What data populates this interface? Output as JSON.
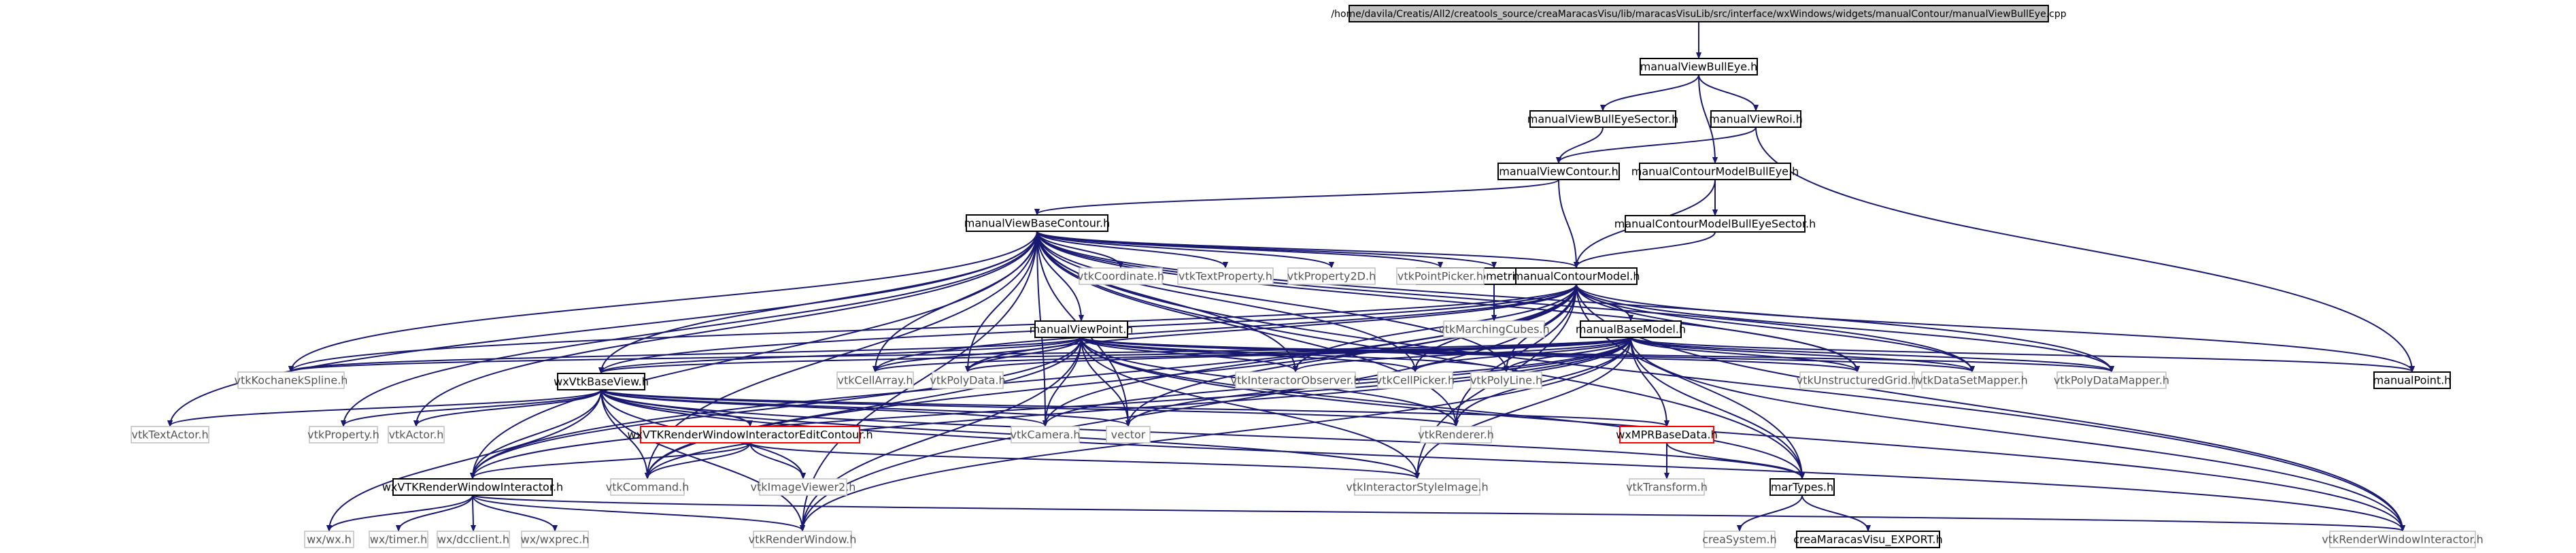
{
  "colors": {
    "edge": "#191970",
    "node_border": "#000000",
    "external_border": "#bfbfbf",
    "missing_border": "#ff0000",
    "root_fill": "#bfbfbf"
  },
  "nodes": [
    {
      "id": "root",
      "label": "/home/davila/Creatis/All2/creatools_source/creaMaracasVisu/lib/maracasVisuLib/src/interface/wxWindows/widgets/manualContour/manualViewBullEye.cpp",
      "kind": "root"
    },
    {
      "id": "manualViewBullEye",
      "label": "manualViewBullEye.h",
      "kind": "normal"
    },
    {
      "id": "manualViewBullEyeSector",
      "label": "manualViewBullEyeSector.h",
      "kind": "normal"
    },
    {
      "id": "manualViewRoi",
      "label": "manualViewRoi.h",
      "kind": "normal"
    },
    {
      "id": "manualViewContour",
      "label": "manualViewContour.h",
      "kind": "normal"
    },
    {
      "id": "manualContourModelBullEye",
      "label": "manualContourModelBullEye.h",
      "kind": "normal"
    },
    {
      "id": "manualViewBaseContour",
      "label": "manualViewBaseContour.h",
      "kind": "normal"
    },
    {
      "id": "manualContourModelBullEyeSector",
      "label": "manualContourModelBullEyeSector.h",
      "kind": "normal"
    },
    {
      "id": "UtilVtk3DGeometriSelection",
      "label": "UtilVtk3DGeometriSelection.h",
      "kind": "normal"
    },
    {
      "id": "vtkCoordinate",
      "label": "vtkCoordinate.h",
      "kind": "ext"
    },
    {
      "id": "vtkTextProperty",
      "label": "vtkTextProperty.h",
      "kind": "ext"
    },
    {
      "id": "vtkProperty2D",
      "label": "vtkProperty2D.h",
      "kind": "ext"
    },
    {
      "id": "vtkPointPicker",
      "label": "vtkPointPicker.h",
      "kind": "ext"
    },
    {
      "id": "manualContourModel",
      "label": "manualContourModel.h",
      "kind": "normal"
    },
    {
      "id": "vtkMarchingCubes",
      "label": "vtkMarchingCubes.h",
      "kind": "ext"
    },
    {
      "id": "manualViewPoint",
      "label": "manualViewPoint.h",
      "kind": "normal"
    },
    {
      "id": "manualBaseModel",
      "label": "manualBaseModel.h",
      "kind": "normal"
    },
    {
      "id": "vtkKochanekSpline",
      "label": "vtkKochanekSpline.h",
      "kind": "ext"
    },
    {
      "id": "wxVtkBaseView",
      "label": "wxVtkBaseView.h",
      "kind": "normal"
    },
    {
      "id": "vtkCellArray",
      "label": "vtkCellArray.h",
      "kind": "ext"
    },
    {
      "id": "vtkPolyData",
      "label": "vtkPolyData.h",
      "kind": "ext"
    },
    {
      "id": "vtkInteractorObserver",
      "label": "vtkInteractorObserver.h",
      "kind": "ext"
    },
    {
      "id": "vtkCellPicker",
      "label": "vtkCellPicker.h",
      "kind": "ext"
    },
    {
      "id": "vtkPolyLine",
      "label": "vtkPolyLine.h",
      "kind": "ext"
    },
    {
      "id": "vtkUnstructuredGrid",
      "label": "vtkUnstructuredGrid.h",
      "kind": "ext"
    },
    {
      "id": "vtkDataSetMapper",
      "label": "vtkDataSetMapper.h",
      "kind": "ext"
    },
    {
      "id": "vtkPolyDataMapper",
      "label": "vtkPolyDataMapper.h",
      "kind": "ext"
    },
    {
      "id": "manualPoint",
      "label": "manualPoint.h",
      "kind": "normal"
    },
    {
      "id": "vtkTextActor",
      "label": "vtkTextActor.h",
      "kind": "ext"
    },
    {
      "id": "vtkProperty",
      "label": "vtkProperty.h",
      "kind": "ext"
    },
    {
      "id": "vtkActor",
      "label": "vtkActor.h",
      "kind": "ext"
    },
    {
      "id": "wxVTKRenderWindowInteractorEditContour",
      "label": "wxVTKRenderWindowInteractorEditContour.h",
      "kind": "red"
    },
    {
      "id": "vtkCamera",
      "label": "vtkCamera.h",
      "kind": "ext"
    },
    {
      "id": "vector",
      "label": "vector",
      "kind": "ext"
    },
    {
      "id": "vtkRenderer",
      "label": "vtkRenderer.h",
      "kind": "ext"
    },
    {
      "id": "wxMPRBaseData",
      "label": "wxMPRBaseData.h",
      "kind": "red"
    },
    {
      "id": "wxVTKRenderWindowInteractor",
      "label": "wxVTKRenderWindowInteractor.h",
      "kind": "normal"
    },
    {
      "id": "vtkCommand",
      "label": "vtkCommand.h",
      "kind": "ext"
    },
    {
      "id": "vtkImageViewer2",
      "label": "vtkImageViewer2.h",
      "kind": "ext"
    },
    {
      "id": "vtkInteractorStyleImage",
      "label": "vtkInteractorStyleImage.h",
      "kind": "ext"
    },
    {
      "id": "vtkTransform",
      "label": "vtkTransform.h",
      "kind": "ext"
    },
    {
      "id": "marTypes",
      "label": "marTypes.h",
      "kind": "normal"
    },
    {
      "id": "wx_wx",
      "label": "wx/wx.h",
      "kind": "ext"
    },
    {
      "id": "wx_timer",
      "label": "wx/timer.h",
      "kind": "ext"
    },
    {
      "id": "wx_dcclient",
      "label": "wx/dcclient.h",
      "kind": "ext"
    },
    {
      "id": "wx_wxprec",
      "label": "wx/wxprec.h",
      "kind": "ext"
    },
    {
      "id": "vtkRenderWindow",
      "label": "vtkRenderWindow.h",
      "kind": "ext"
    },
    {
      "id": "creaSystem",
      "label": "creaSystem.h",
      "kind": "ext"
    },
    {
      "id": "creaMaracasVisu_EXPORT",
      "label": "creaMaracasVisu_EXPORT.h",
      "kind": "normal"
    },
    {
      "id": "vtkRenderWindowInteractor",
      "label": "vtkRenderWindowInteractor.h",
      "kind": "ext"
    }
  ],
  "edges": [
    [
      "root",
      "manualViewBullEye"
    ],
    [
      "manualViewBullEye",
      "manualViewBullEyeSector"
    ],
    [
      "manualViewBullEye",
      "manualViewRoi"
    ],
    [
      "manualViewBullEye",
      "manualContourModelBullEye"
    ],
    [
      "manualViewBullEyeSector",
      "manualViewContour"
    ],
    [
      "manualViewRoi",
      "manualViewContour"
    ],
    [
      "manualViewRoi",
      "manualPoint"
    ],
    [
      "manualViewContour",
      "manualViewBaseContour"
    ],
    [
      "manualViewContour",
      "manualContourModel"
    ],
    [
      "manualContourModelBullEye",
      "manualContourModelBullEyeSector"
    ],
    [
      "manualContourModelBullEye",
      "manualContourModel"
    ],
    [
      "manualContourModelBullEyeSector",
      "manualContourModel"
    ],
    [
      "manualViewBaseContour",
      "UtilVtk3DGeometriSelection"
    ],
    [
      "manualViewBaseContour",
      "vtkCoordinate"
    ],
    [
      "manualViewBaseContour",
      "vtkTextProperty"
    ],
    [
      "manualViewBaseContour",
      "vtkProperty2D"
    ],
    [
      "manualViewBaseContour",
      "vtkPointPicker"
    ],
    [
      "manualViewBaseContour",
      "manualContourModel"
    ],
    [
      "manualViewBaseContour",
      "manualViewPoint"
    ],
    [
      "manualViewBaseContour",
      "vtkKochanekSpline"
    ],
    [
      "manualViewBaseContour",
      "wxVtkBaseView"
    ],
    [
      "manualViewBaseContour",
      "vtkCellArray"
    ],
    [
      "manualViewBaseContour",
      "vtkPolyData"
    ],
    [
      "manualViewBaseContour",
      "vtkInteractorObserver"
    ],
    [
      "manualViewBaseContour",
      "vtkCellPicker"
    ],
    [
      "manualViewBaseContour",
      "vtkPolyLine"
    ],
    [
      "manualViewBaseContour",
      "vtkUnstructuredGrid"
    ],
    [
      "manualViewBaseContour",
      "vtkDataSetMapper"
    ],
    [
      "manualViewBaseContour",
      "vtkPolyDataMapper"
    ],
    [
      "manualViewBaseContour",
      "vtkTextActor"
    ],
    [
      "manualViewBaseContour",
      "vtkProperty"
    ],
    [
      "manualViewBaseContour",
      "vtkActor"
    ],
    [
      "manualViewBaseContour",
      "vtkCamera"
    ],
    [
      "manualViewBaseContour",
      "vector"
    ],
    [
      "manualViewBaseContour",
      "vtkRenderer"
    ],
    [
      "manualViewBaseContour",
      "marTypes"
    ],
    [
      "manualViewBaseContour",
      "wxVTKRenderWindowInteractor"
    ],
    [
      "manualViewBaseContour",
      "vtkCommand"
    ],
    [
      "manualViewBaseContour",
      "vtkRenderWindow"
    ],
    [
      "manualViewBaseContour",
      "vtkRenderWindowInteractor"
    ],
    [
      "UtilVtk3DGeometriSelection",
      "vtkMarchingCubes"
    ],
    [
      "manualContourModel",
      "manualBaseModel"
    ],
    [
      "manualContourModel",
      "vtkKochanekSpline"
    ],
    [
      "manualContourModel",
      "wxVtkBaseView"
    ],
    [
      "manualContourModel",
      "vtkCellArray"
    ],
    [
      "manualContourModel",
      "vtkPolyData"
    ],
    [
      "manualContourModel",
      "vtkInteractorObserver"
    ],
    [
      "manualContourModel",
      "vtkCellPicker"
    ],
    [
      "manualContourModel",
      "vtkPolyLine"
    ],
    [
      "manualContourModel",
      "vtkUnstructuredGrid"
    ],
    [
      "manualContourModel",
      "vtkDataSetMapper"
    ],
    [
      "manualContourModel",
      "vtkPolyDataMapper"
    ],
    [
      "manualContourModel",
      "manualPoint"
    ],
    [
      "manualContourModel",
      "vtkCamera"
    ],
    [
      "manualContourModel",
      "vector"
    ],
    [
      "manualContourModel",
      "vtkRenderer"
    ],
    [
      "manualContourModel",
      "marTypes"
    ],
    [
      "manualContourModel",
      "wxVTKRenderWindowInteractor"
    ],
    [
      "manualContourModel",
      "vtkCommand"
    ],
    [
      "manualContourModel",
      "vtkInteractorStyleImage"
    ],
    [
      "manualContourModel",
      "vtkRenderWindow"
    ],
    [
      "manualContourModel",
      "vtkRenderWindowInteractor"
    ],
    [
      "manualViewPoint",
      "wxVtkBaseView"
    ],
    [
      "manualViewPoint",
      "vtkKochanekSpline"
    ],
    [
      "manualViewPoint",
      "vtkCellArray"
    ],
    [
      "manualViewPoint",
      "vtkPolyData"
    ],
    [
      "manualViewPoint",
      "vtkInteractorObserver"
    ],
    [
      "manualViewPoint",
      "vtkCellPicker"
    ],
    [
      "manualViewPoint",
      "vtkPolyLine"
    ],
    [
      "manualViewPoint",
      "vtkUnstructuredGrid"
    ],
    [
      "manualViewPoint",
      "vtkDataSetMapper"
    ],
    [
      "manualViewPoint",
      "vtkPolyDataMapper"
    ],
    [
      "manualViewPoint",
      "vtkCamera"
    ],
    [
      "manualViewPoint",
      "vector"
    ],
    [
      "manualViewPoint",
      "vtkRenderer"
    ],
    [
      "manualViewPoint",
      "marTypes"
    ],
    [
      "manualViewPoint",
      "wxVTKRenderWindowInteractor"
    ],
    [
      "manualViewPoint",
      "vtkCommand"
    ],
    [
      "manualViewPoint",
      "vtkInteractorStyleImage"
    ],
    [
      "manualViewPoint",
      "vtkRenderWindow"
    ],
    [
      "manualViewPoint",
      "vtkRenderWindowInteractor"
    ],
    [
      "manualBaseModel",
      "manualPoint"
    ],
    [
      "manualBaseModel",
      "wxVtkBaseView"
    ],
    [
      "manualBaseModel",
      "vtkKochanekSpline"
    ],
    [
      "manualBaseModel",
      "vtkCellArray"
    ],
    [
      "manualBaseModel",
      "vtkPolyData"
    ],
    [
      "manualBaseModel",
      "vtkInteractorObserver"
    ],
    [
      "manualBaseModel",
      "vtkCellPicker"
    ],
    [
      "manualBaseModel",
      "vtkPolyLine"
    ],
    [
      "manualBaseModel",
      "vtkUnstructuredGrid"
    ],
    [
      "manualBaseModel",
      "vtkDataSetMapper"
    ],
    [
      "manualBaseModel",
      "vtkPolyDataMapper"
    ],
    [
      "manualBaseModel",
      "vtkCamera"
    ],
    [
      "manualBaseModel",
      "vector"
    ],
    [
      "manualBaseModel",
      "vtkRenderer"
    ],
    [
      "manualBaseModel",
      "wxMPRBaseData"
    ],
    [
      "manualBaseModel",
      "marTypes"
    ],
    [
      "manualBaseModel",
      "wxVTKRenderWindowInteractor"
    ],
    [
      "manualBaseModel",
      "vtkCommand"
    ],
    [
      "manualBaseModel",
      "vtkInteractorStyleImage"
    ],
    [
      "manualBaseModel",
      "vtkRenderWindow"
    ],
    [
      "manualBaseModel",
      "vtkRenderWindowInteractor"
    ],
    [
      "wxVtkBaseView",
      "vtkTextActor"
    ],
    [
      "wxVtkBaseView",
      "vtkProperty"
    ],
    [
      "wxVtkBaseView",
      "vtkActor"
    ],
    [
      "wxVtkBaseView",
      "wxVTKRenderWindowInteractorEditContour"
    ],
    [
      "wxVtkBaseView",
      "vtkCamera"
    ],
    [
      "wxVtkBaseView",
      "vector"
    ],
    [
      "wxVtkBaseView",
      "vtkRenderer"
    ],
    [
      "wxVtkBaseView",
      "wxMPRBaseData"
    ],
    [
      "wxVtkBaseView",
      "wxVTKRenderWindowInteractor"
    ],
    [
      "wxVtkBaseView",
      "vtkCommand"
    ],
    [
      "wxVtkBaseView",
      "vtkImageViewer2"
    ],
    [
      "wxVtkBaseView",
      "vtkInteractorStyleImage"
    ],
    [
      "wxVtkBaseView",
      "marTypes"
    ],
    [
      "wxVtkBaseView",
      "wx_wx"
    ],
    [
      "wxVtkBaseView",
      "vtkRenderWindow"
    ],
    [
      "wxVtkBaseView",
      "vtkRenderWindowInteractor"
    ],
    [
      "wxVTKRenderWindowInteractorEditContour",
      "wxVTKRenderWindowInteractor"
    ],
    [
      "wxVTKRenderWindowInteractorEditContour",
      "vtkCommand"
    ],
    [
      "wxVTKRenderWindowInteractorEditContour",
      "vtkImageViewer2"
    ],
    [
      "wxVTKRenderWindowInteractorEditContour",
      "vtkInteractorStyleImage"
    ],
    [
      "wxMPRBaseData",
      "vtkTransform"
    ],
    [
      "wxMPRBaseData",
      "marTypes"
    ],
    [
      "wxVTKRenderWindowInteractor",
      "wx_wx"
    ],
    [
      "wxVTKRenderWindowInteractor",
      "wx_timer"
    ],
    [
      "wxVTKRenderWindowInteractor",
      "wx_dcclient"
    ],
    [
      "wxVTKRenderWindowInteractor",
      "wx_wxprec"
    ],
    [
      "wxVTKRenderWindowInteractor",
      "vtkRenderWindow"
    ],
    [
      "wxVTKRenderWindowInteractor",
      "vtkRenderWindowInteractor"
    ],
    [
      "marTypes",
      "creaSystem"
    ],
    [
      "marTypes",
      "creaMaracasVisu_EXPORT"
    ]
  ]
}
